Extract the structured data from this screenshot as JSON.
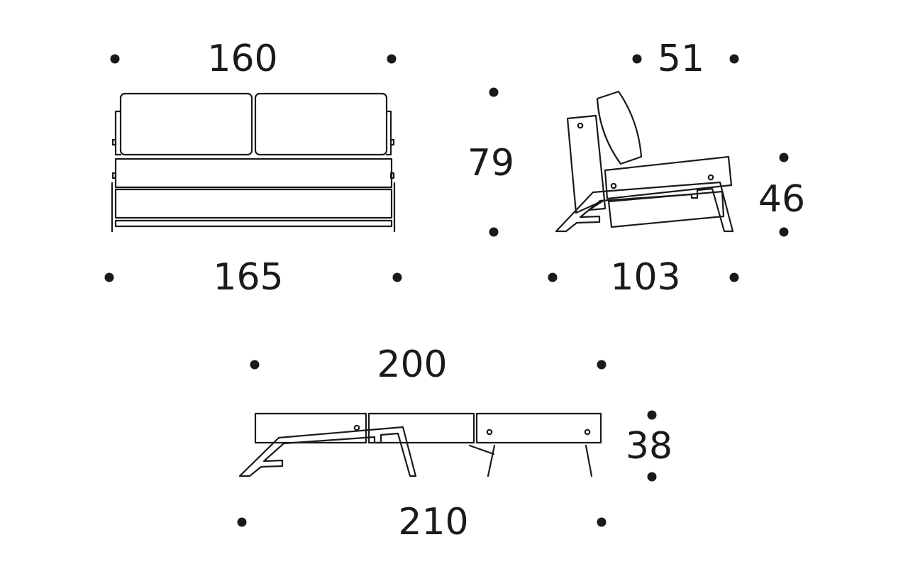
{
  "dimensions": {
    "front_width_top": "160",
    "front_width_bottom": "165",
    "height_total": "79",
    "side_depth_top": "51",
    "seat_height": "46",
    "side_depth_bottom": "103",
    "bed_length_top": "200",
    "bed_height": "38",
    "bed_length_bottom": "210"
  },
  "colors": {
    "line": "#1a1a1a",
    "background": "#ffffff"
  }
}
